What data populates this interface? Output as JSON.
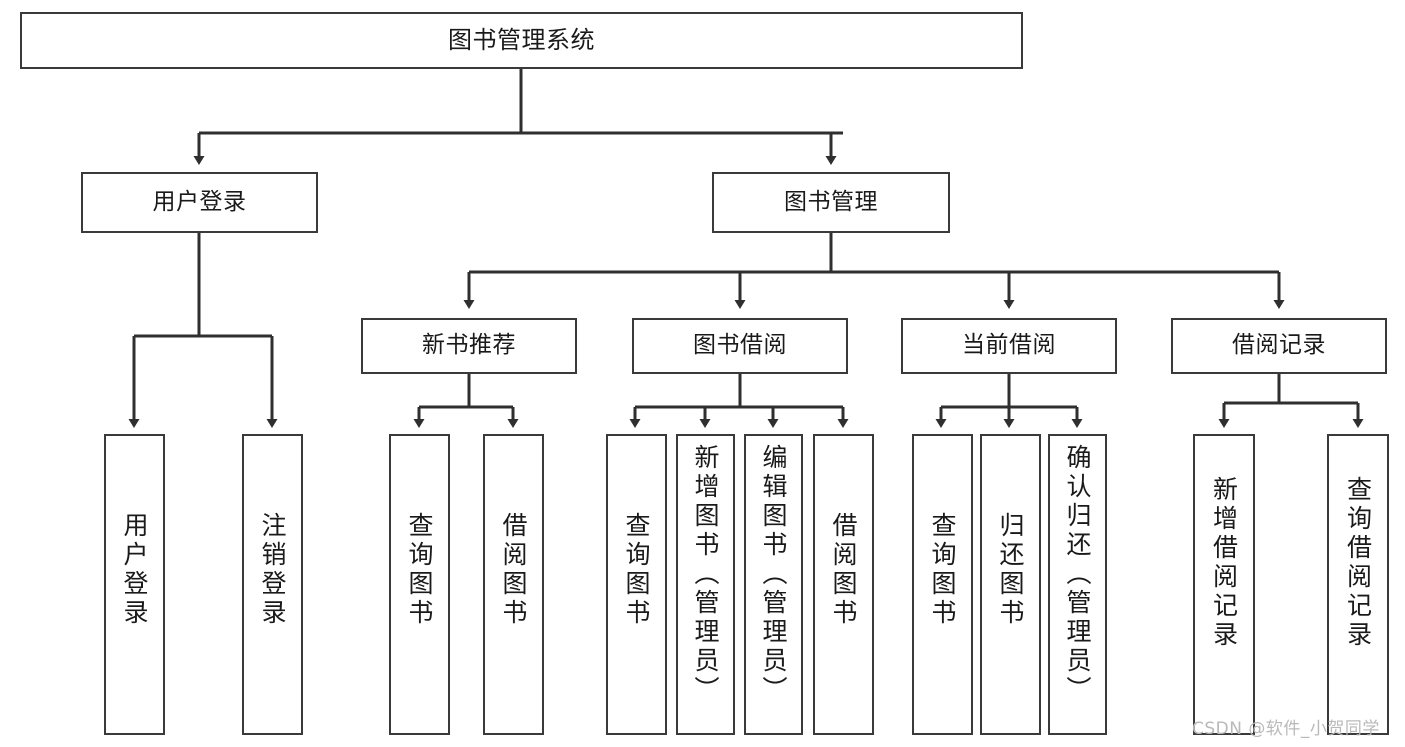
{
  "diagram": {
    "title": "图书管理系统",
    "type": "hierarchy-tree",
    "orientation": "top-down",
    "colors": {
      "background": "#ffffff",
      "node_border": "#3a3a3a",
      "node_fill": "#ffffff",
      "connector": "#2f2f2f",
      "text": "#1a1a1a",
      "watermark": "#b9b9b9"
    },
    "levels": [
      {
        "level": 1,
        "nodes": [
          {
            "id": "root",
            "label": "图书管理系统",
            "text_direction": "horizontal"
          }
        ]
      },
      {
        "level": 2,
        "nodes": [
          {
            "id": "user-login",
            "label": "用户登录",
            "text_direction": "horizontal",
            "parent": "root"
          },
          {
            "id": "book-manage",
            "label": "图书管理",
            "text_direction": "horizontal",
            "parent": "root"
          }
        ]
      },
      {
        "level": 3,
        "nodes": [
          {
            "id": "new-book-recommend",
            "label": "新书推荐",
            "text_direction": "horizontal",
            "parent": "book-manage"
          },
          {
            "id": "book-borrow",
            "label": "图书借阅",
            "text_direction": "horizontal",
            "parent": "book-manage"
          },
          {
            "id": "current-borrow",
            "label": "当前借阅",
            "text_direction": "horizontal",
            "parent": "book-manage"
          },
          {
            "id": "borrow-record",
            "label": "借阅记录",
            "text_direction": "horizontal",
            "parent": "book-manage"
          }
        ]
      },
      {
        "level": 4,
        "nodes": [
          {
            "id": "leaf-user-login",
            "label": "用户登录",
            "text_direction": "vertical",
            "parent": "user-login"
          },
          {
            "id": "leaf-logout",
            "label": "注销登录",
            "text_direction": "vertical",
            "parent": "user-login"
          },
          {
            "id": "leaf-query-book-1",
            "label": "查询图书",
            "text_direction": "vertical",
            "parent": "new-book-recommend"
          },
          {
            "id": "leaf-borrow-book-1",
            "label": "借阅图书",
            "text_direction": "vertical",
            "parent": "new-book-recommend"
          },
          {
            "id": "leaf-query-book-2",
            "label": "查询图书",
            "text_direction": "vertical",
            "parent": "book-borrow"
          },
          {
            "id": "leaf-add-book",
            "label": "新增图书（管理员）",
            "text_direction": "vertical",
            "parent": "book-borrow"
          },
          {
            "id": "leaf-edit-book",
            "label": "编辑图书（管理员）",
            "text_direction": "vertical",
            "parent": "book-borrow"
          },
          {
            "id": "leaf-borrow-book-2",
            "label": "借阅图书",
            "text_direction": "vertical",
            "parent": "book-borrow"
          },
          {
            "id": "leaf-query-book-3",
            "label": "查询图书",
            "text_direction": "vertical",
            "parent": "current-borrow"
          },
          {
            "id": "leaf-return-book",
            "label": "归还图书",
            "text_direction": "vertical",
            "parent": "current-borrow"
          },
          {
            "id": "leaf-confirm-return",
            "label": "确认归还（管理员）",
            "text_direction": "vertical",
            "parent": "current-borrow"
          },
          {
            "id": "leaf-add-record",
            "label": "新增借阅记录",
            "text_direction": "vertical",
            "parent": "borrow-record"
          },
          {
            "id": "leaf-query-record",
            "label": "查询借阅记录",
            "text_direction": "vertical",
            "parent": "borrow-record"
          }
        ]
      }
    ]
  },
  "watermark": {
    "text": "CSDN @软件_小贺同学"
  }
}
